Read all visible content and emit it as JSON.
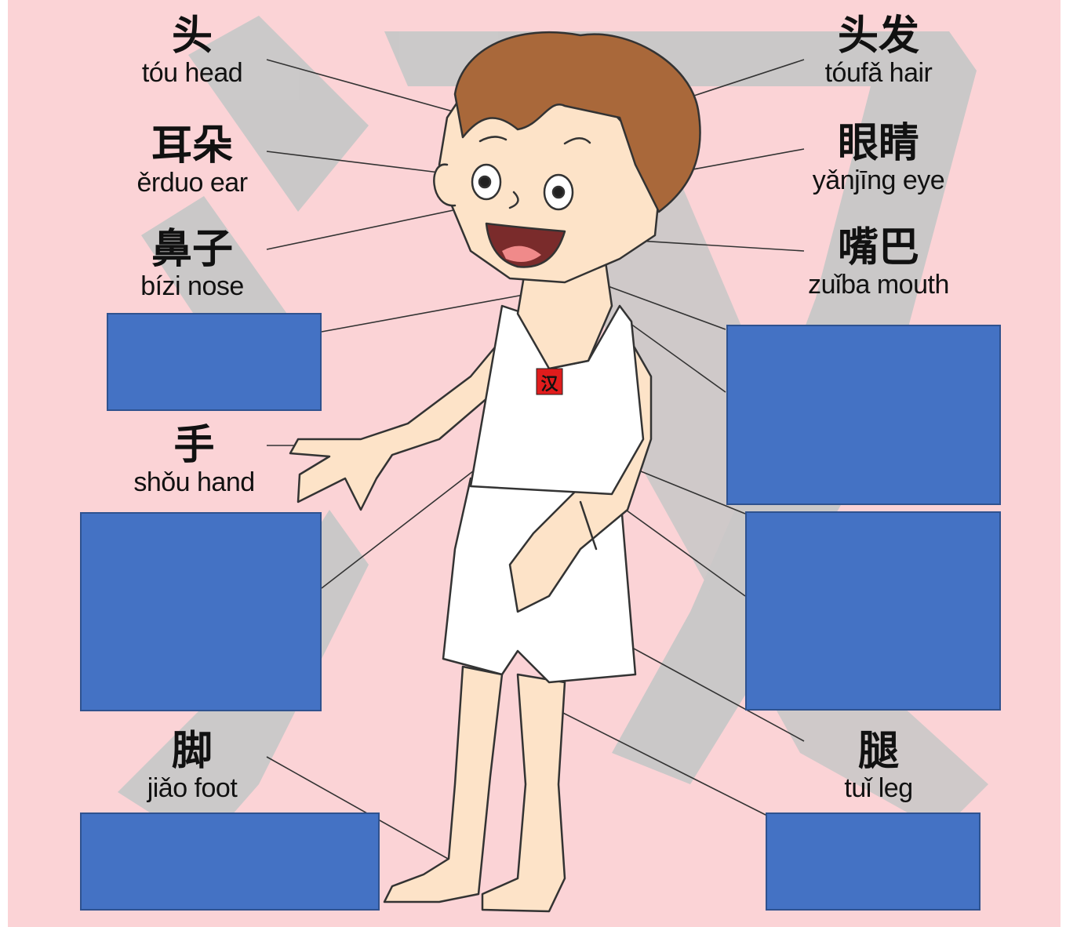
{
  "colors": {
    "background": "#fbd3d6",
    "watermark": "#c8c8c8",
    "answer_box": "#4472c4",
    "skin": "#fde3c8",
    "hair": "#a9683a",
    "clothing": "#ffffff",
    "badge": "#e01c1c"
  },
  "badge_char": "汉",
  "labels": [
    {
      "id": "head",
      "hanzi": "头",
      "gloss": "tóu head"
    },
    {
      "id": "hair",
      "hanzi": "头发",
      "gloss": "tóufǎ hair"
    },
    {
      "id": "ear",
      "hanzi": "耳朵",
      "gloss": "ěrduo ear"
    },
    {
      "id": "eye",
      "hanzi": "眼睛",
      "gloss": "yǎnjīng eye"
    },
    {
      "id": "nose",
      "hanzi": "鼻子",
      "gloss": "bízi nose"
    },
    {
      "id": "mouth",
      "hanzi": "嘴巴",
      "gloss": "zuǐba mouth"
    },
    {
      "id": "hand",
      "hanzi": "手",
      "gloss": "shǒu hand"
    },
    {
      "id": "foot",
      "hanzi": "脚",
      "gloss": "jiǎo foot"
    },
    {
      "id": "leg",
      "hanzi": "腿",
      "gloss": "tuǐ leg"
    }
  ],
  "blank_boxes": [
    "neck",
    "upper-left-arm",
    "right-shoulder",
    "right-arm",
    "foot-answer",
    "leg-answer"
  ]
}
